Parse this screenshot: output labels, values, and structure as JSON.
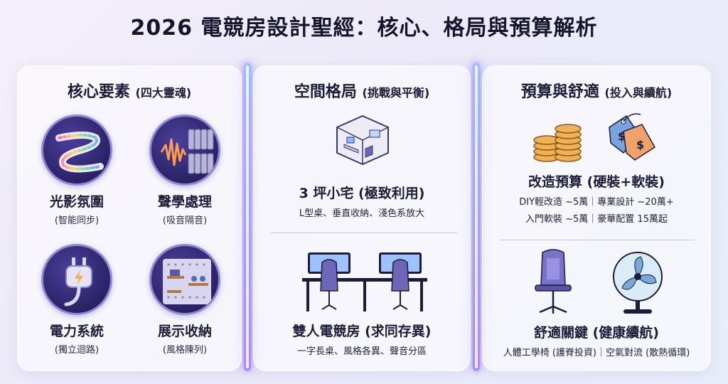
{
  "title": "2026 電競房設計聖經：核心、格局與預算解析",
  "core": {
    "heading": "核心要素",
    "heading_sub": "(四大靈魂)",
    "items": [
      {
        "label": "光影氛圍",
        "sub": "(智能同步)",
        "icon": "led-strip-icon"
      },
      {
        "label": "聲學處理",
        "sub": "(吸音隔音)",
        "icon": "acoustic-panel-icon"
      },
      {
        "label": "電力系統",
        "sub": "(獨立迴路)",
        "icon": "power-plug-icon"
      },
      {
        "label": "展示收納",
        "sub": "(風格陳列)",
        "icon": "pegboard-icon"
      }
    ]
  },
  "layout": {
    "heading": "空間格局",
    "heading_sub": "(挑戰與平衡)",
    "small": {
      "title": "3 坪小宅 (極致利用)",
      "desc": "L型桌、垂直收納、淺色系放大",
      "icon": "small-room-icon"
    },
    "dual": {
      "title": "雙人電競房 (求同存異)",
      "desc": "一字長桌、風格各異、聲音分區",
      "icon": "dual-desk-icon"
    }
  },
  "budget": {
    "heading": "預算與舒適",
    "heading_sub": "(投入與續航)",
    "cost": {
      "title": "改造預算 (硬裝+軟裝)",
      "line1": "DIY輕改造 ~5萬｜專業設計 ~20萬+",
      "line2": "入門軟裝 ~5萬｜豪華配置 15萬起",
      "icon_coins": "coins-icon",
      "icon_tag": "price-tag-icon"
    },
    "comfort": {
      "title": "舒適關鍵 (健康續航)",
      "desc": "人體工學椅 (護脊投資)｜空氣對流 (散熱循環)",
      "icon_chair": "gaming-chair-icon",
      "icon_fan": "fan-icon"
    }
  },
  "colors": {
    "accent": "#8f86d6",
    "divider_top": "#9cc0ff",
    "divider_bottom": "#b58cf0",
    "coin": "#e9a04a",
    "tag": "#e8955a",
    "tag_blue": "#6f9ad8"
  }
}
